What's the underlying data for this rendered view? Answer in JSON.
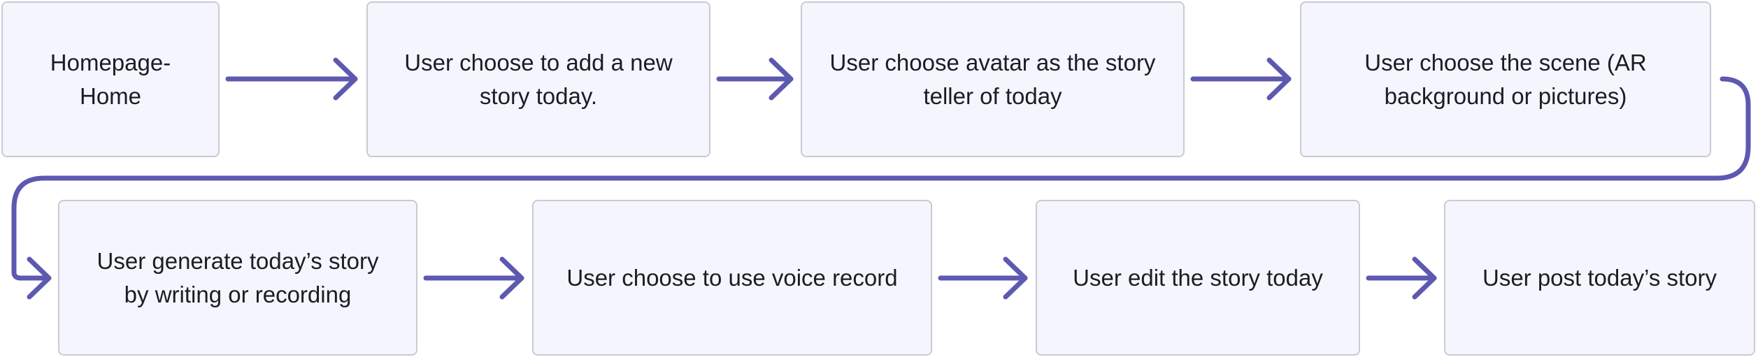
{
  "diagram": {
    "colors": {
      "node_fill": "#f5f6fd",
      "node_border": "#c9cad3",
      "connector": "#5d59b0"
    },
    "nodes": [
      {
        "id": "n1",
        "label": "Homepage-\nHome"
      },
      {
        "id": "n2",
        "label": "User choose to add a new story today."
      },
      {
        "id": "n3",
        "label": "User choose avatar as the story teller of today"
      },
      {
        "id": "n4",
        "label": "User choose the scene (AR background or pictures)"
      },
      {
        "id": "n5",
        "label": "User generate today’s story by writing or recording"
      },
      {
        "id": "n6",
        "label": "User choose to use voice record"
      },
      {
        "id": "n7",
        "label": "User edit the story today"
      },
      {
        "id": "n8",
        "label": "User post today’s story"
      }
    ],
    "edges": [
      {
        "from": "n1",
        "to": "n2"
      },
      {
        "from": "n2",
        "to": "n3"
      },
      {
        "from": "n3",
        "to": "n4"
      },
      {
        "from": "n4",
        "to": "n5"
      },
      {
        "from": "n5",
        "to": "n6"
      },
      {
        "from": "n6",
        "to": "n7"
      },
      {
        "from": "n7",
        "to": "n8"
      }
    ]
  }
}
